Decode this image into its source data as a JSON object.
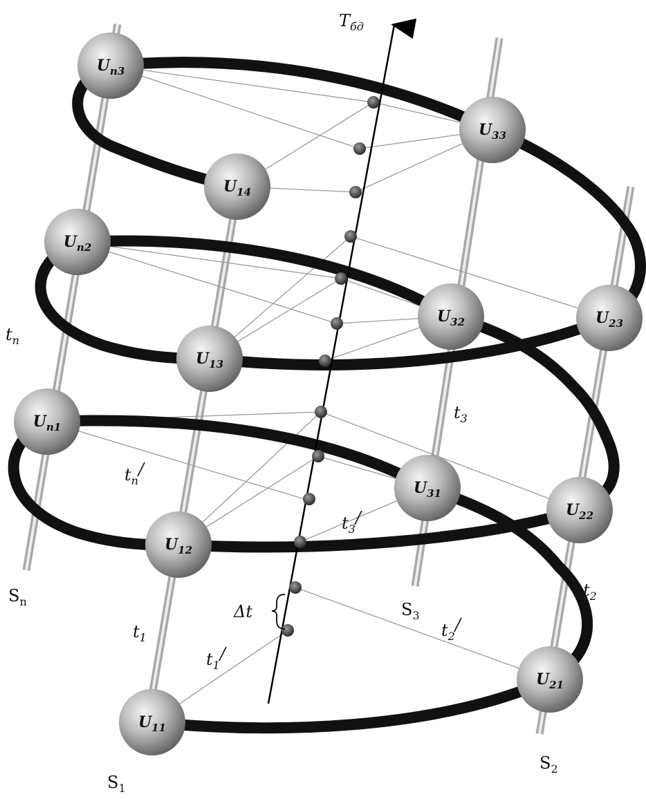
{
  "axis": {
    "letter": "T",
    "subscript": "бд"
  },
  "delta": "Δt",
  "nodes": [
    {
      "id": "Un3",
      "letter": "U",
      "sub": "n3"
    },
    {
      "id": "U33",
      "letter": "U",
      "sub": "33"
    },
    {
      "id": "U14",
      "letter": "U",
      "sub": "14"
    },
    {
      "id": "Un2",
      "letter": "U",
      "sub": "n2"
    },
    {
      "id": "U32",
      "letter": "U",
      "sub": "32"
    },
    {
      "id": "U23",
      "letter": "U",
      "sub": "23"
    },
    {
      "id": "U13",
      "letter": "U",
      "sub": "13"
    },
    {
      "id": "Un1",
      "letter": "U",
      "sub": "n1"
    },
    {
      "id": "U31",
      "letter": "U",
      "sub": "31"
    },
    {
      "id": "U22",
      "letter": "U",
      "sub": "22"
    },
    {
      "id": "U12",
      "letter": "U",
      "sub": "12"
    },
    {
      "id": "U21",
      "letter": "U",
      "sub": "21"
    },
    {
      "id": "U11",
      "letter": "U",
      "sub": "11"
    }
  ],
  "time_labels": [
    {
      "id": "tn",
      "letter": "t",
      "sub": "n",
      "prime": ""
    },
    {
      "id": "t3",
      "letter": "t",
      "sub": "3",
      "prime": ""
    },
    {
      "id": "tn_prime",
      "letter": "t",
      "sub": "n",
      "prime": "/"
    },
    {
      "id": "t3_prime",
      "letter": "t",
      "sub": "3",
      "prime": "/"
    },
    {
      "id": "t2",
      "letter": "t",
      "sub": "2",
      "prime": ""
    },
    {
      "id": "t1",
      "letter": "t",
      "sub": "1",
      "prime": ""
    },
    {
      "id": "t2_prime",
      "letter": "t",
      "sub": "2",
      "prime": "/"
    },
    {
      "id": "t1_prime",
      "letter": "t",
      "sub": "1",
      "prime": "/"
    }
  ],
  "cylinders": [
    {
      "id": "Sn",
      "letter": "S",
      "sub": "n"
    },
    {
      "id": "S3",
      "letter": "S",
      "sub": "3"
    },
    {
      "id": "S2",
      "letter": "S",
      "sub": "2"
    },
    {
      "id": "S1",
      "letter": "S",
      "sub": "1"
    }
  ]
}
